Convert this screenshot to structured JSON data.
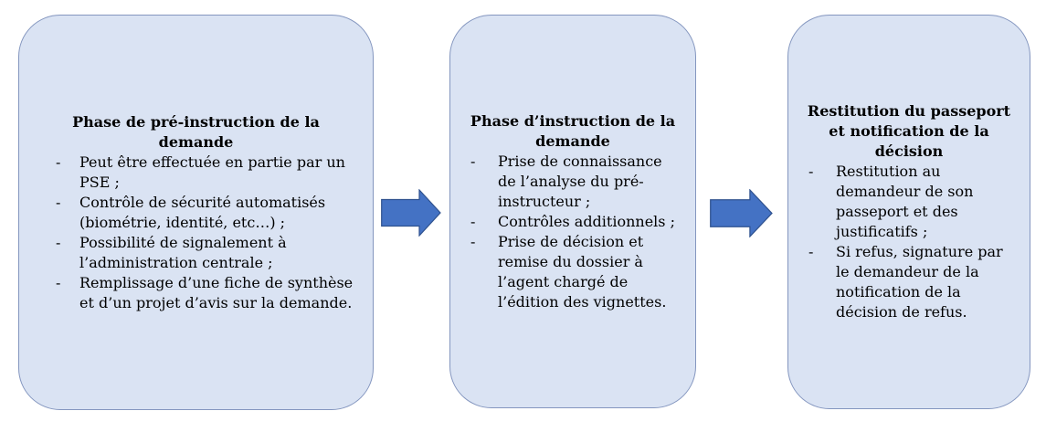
{
  "diagram": {
    "list_marker": "-",
    "colors": {
      "box_fill": "#dae3f3",
      "box_border": "#8496bf",
      "arrow_fill": "#4472c4",
      "arrow_border": "#2f528f"
    },
    "boxes": [
      {
        "title": "Phase de pré-instruction de la demande",
        "items": [
          "Peut être effectuée en partie par un PSE ;",
          "Contrôle de sécurité automatisés (biométrie, identité, etc…) ;",
          "Possibilité de signalement à l’administration centrale ;",
          "Remplissage d’une fiche de synthèse et d’un projet d’avis sur la demande."
        ]
      },
      {
        "title": "Phase d’instruction de la demande",
        "items": [
          "Prise de connaissance de l’analyse du pré-instructeur ;",
          "Contrôles additionnels ;",
          "Prise de décision et remise du dossier à l’agent chargé de l’édition des vignettes."
        ]
      },
      {
        "title": "Restitution du passeport et notification de la décision",
        "items": [
          "Restitution au demandeur de son passeport et des justificatifs ;",
          "Si refus, signature par le demandeur de la notification de la décision de refus."
        ]
      }
    ]
  }
}
